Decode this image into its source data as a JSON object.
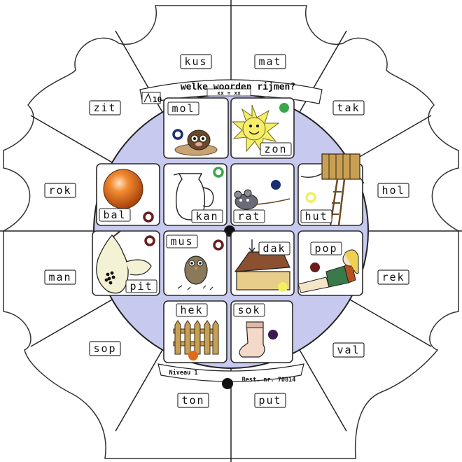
{
  "title": {
    "question": "welke woorden rijmen?",
    "logo_text": "10",
    "hint": "xx = xx"
  },
  "footer": {
    "level": "Niveau 1",
    "order_number": "Best. nr. 70814"
  },
  "colors": {
    "disc": "#c7c9ee",
    "outline": "#222222",
    "ring_green": "#3aa64a",
    "ring_dark_red": "#6b1c1c",
    "ring_navy": "#1b2f6f",
    "ring_yellow": "#f0f060",
    "ball_orange": "#e06a1a"
  },
  "outer_words": [
    {
      "id": "kus",
      "text": "kus"
    },
    {
      "id": "mat",
      "text": "mat"
    },
    {
      "id": "tak",
      "text": "tak"
    },
    {
      "id": "hol",
      "text": "hol"
    },
    {
      "id": "rek",
      "text": "rek"
    },
    {
      "id": "val",
      "text": "val"
    },
    {
      "id": "put",
      "text": "put"
    },
    {
      "id": "ton",
      "text": "ton"
    },
    {
      "id": "sop",
      "text": "sop"
    },
    {
      "id": "man",
      "text": "man"
    },
    {
      "id": "rok",
      "text": "rok"
    },
    {
      "id": "zit",
      "text": "zit"
    }
  ],
  "picture_cards": [
    {
      "id": "mol",
      "word": "mol",
      "marker": "ring",
      "marker_color": "#1b2f6f",
      "icon": "mole-icon"
    },
    {
      "id": "zon",
      "word": "zon",
      "marker": "dot",
      "marker_color": "#3aa64a",
      "icon": "sun-icon"
    },
    {
      "id": "bal",
      "word": "bal",
      "marker": "ring",
      "marker_color": "#6b1c1c",
      "icon": "ball-icon"
    },
    {
      "id": "kan",
      "word": "kan",
      "marker": "ring",
      "marker_color": "#3aa64a",
      "icon": "jug-icon"
    },
    {
      "id": "rat",
      "word": "rat",
      "marker": "dot",
      "marker_color": "#1b2f6f",
      "icon": "rat-icon"
    },
    {
      "id": "hut",
      "word": "hut",
      "marker": "ring",
      "marker_color": "#f0f060",
      "icon": "treehouse-icon"
    },
    {
      "id": "pit",
      "word": "pit",
      "marker": "ring",
      "marker_color": "#6b1c1c",
      "icon": "pear-icon"
    },
    {
      "id": "mus",
      "word": "mus",
      "marker": "ring",
      "marker_color": "#6b1c1c",
      "icon": "sparrow-icon"
    },
    {
      "id": "dak",
      "word": "dak",
      "marker": "dot",
      "marker_color": "#f0f060",
      "icon": "roof-icon"
    },
    {
      "id": "pop",
      "word": "pop",
      "marker": "dot",
      "marker_color": "#6b1c1c",
      "icon": "doll-icon"
    },
    {
      "id": "hek",
      "word": "hek",
      "marker": "dot",
      "marker_color": "#e06a1a",
      "icon": "fence-icon"
    },
    {
      "id": "sok",
      "word": "sok",
      "marker": "dot",
      "marker_color": "#3a1b4f",
      "icon": "sock-icon"
    }
  ]
}
